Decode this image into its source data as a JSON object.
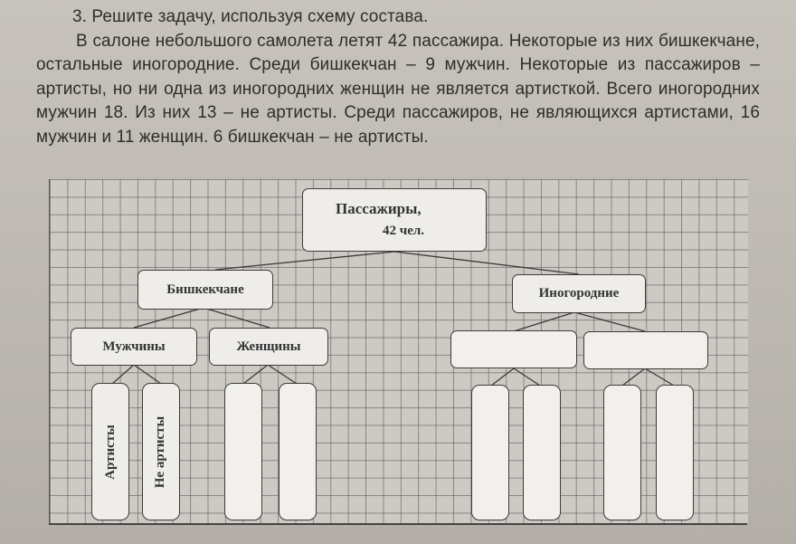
{
  "task": {
    "heading": "3. Решите задачу, используя схему состава.",
    "body": "В салоне небольшого самолета летят 42 пассажира. Некоторые из них бишкекчане, остальные иногородние. Среди бишкекчан – 9 мужчин. Некоторые из пассажиров – артисты, но ни одна из иногородних женщин не является артисткой. Всего иногородних мужчин 18. Из них 13 – не артисты. Среди пассажиров, не являющихся артистами, 16 мужчин и 11 женщин. 6 бишкекчан – не артисты."
  },
  "diagram": {
    "root_title": "Пассажиры,",
    "root_count": "42 чел.",
    "group_left": "Бишкекчане",
    "group_right": "Иногородние",
    "left_men": "Мужчины",
    "left_women": "Женщины",
    "right_a": "",
    "right_b": "",
    "leaf_artists": "Артисты",
    "leaf_non_artists": "Не артисты",
    "blank_leaves": [
      "",
      "",
      "",
      "",
      "",
      ""
    ]
  }
}
